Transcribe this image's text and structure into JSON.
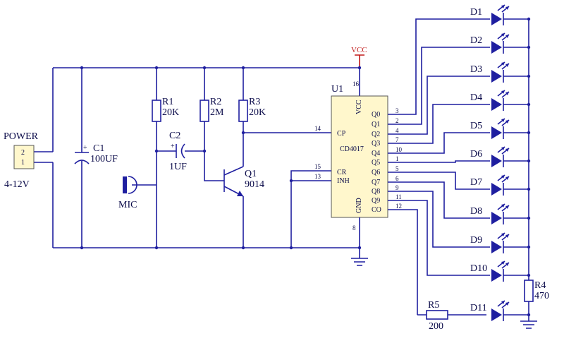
{
  "power": {
    "label": "POWER",
    "pin2": "2",
    "pin1": "1",
    "voltage": "4-12V"
  },
  "c1": {
    "name": "C1",
    "value": "100UF",
    "polarity": "+"
  },
  "c2": {
    "name": "C2",
    "value": "1UF",
    "polarity": "+"
  },
  "r1": {
    "name": "R1",
    "value": "20K"
  },
  "r2": {
    "name": "R2",
    "value": "2M"
  },
  "r3": {
    "name": "R3",
    "value": "20K"
  },
  "r4": {
    "name": "R4",
    "value": "470"
  },
  "r5": {
    "name": "R5",
    "value": "200"
  },
  "mic": {
    "label": "MIC"
  },
  "q1": {
    "name": "Q1",
    "value": "9014"
  },
  "vcc": {
    "label": "VCC"
  },
  "u1": {
    "name": "U1",
    "part": "CD4017",
    "vcc_label": "VCC",
    "gnd_label": "GND",
    "cp_label": "CP",
    "cr_label": "CR",
    "inh_label": "INH",
    "vcc_pin": "16",
    "gnd_pin": "8",
    "cp_pin": "14",
    "cr_pin": "15",
    "inh_pin": "13",
    "outputs": [
      {
        "label": "Q0",
        "pin": "3"
      },
      {
        "label": "Q1",
        "pin": "2"
      },
      {
        "label": "Q2",
        "pin": "4"
      },
      {
        "label": "Q3",
        "pin": "7"
      },
      {
        "label": "Q4",
        "pin": "10"
      },
      {
        "label": "Q5",
        "pin": "1"
      },
      {
        "label": "Q6",
        "pin": "5"
      },
      {
        "label": "Q7",
        "pin": "6"
      },
      {
        "label": "Q8",
        "pin": "9"
      },
      {
        "label": "Q9",
        "pin": "11"
      },
      {
        "label": "CO",
        "pin": "12"
      }
    ]
  },
  "leds": [
    "D1",
    "D2",
    "D3",
    "D4",
    "D5",
    "D6",
    "D7",
    "D8",
    "D9",
    "D10",
    "D11"
  ],
  "colors": {
    "wire": "#1f1fa0",
    "vcc": "#c01818",
    "text": "#0b0b4a"
  }
}
